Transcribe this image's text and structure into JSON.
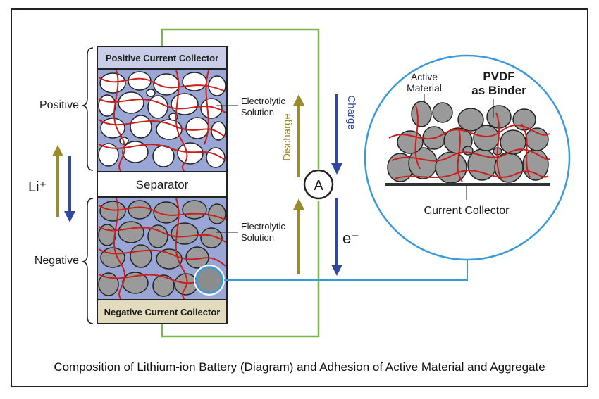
{
  "labels": {
    "positive": "Positive",
    "negative": "Negative",
    "li_ion": "Li⁺",
    "positive_collector": "Positive Current Collector",
    "negative_collector": "Negative Current Collector",
    "separator": "Separator",
    "electrolytic_top_1": "Electrolytic",
    "electrolytic_top_2": "Solution",
    "electrolytic_bottom_1": "Electrolytic",
    "electrolytic_bottom_2": "Solution",
    "discharge": "Discharge",
    "charge": "Charge",
    "ammeter": "A",
    "electron": "e⁻",
    "active_material_1": "Active",
    "active_material_2": "Material",
    "pvdf_1": "PVDF",
    "pvdf_2": "as Binder",
    "current_collector": "Current Collector"
  },
  "caption": "Composition of Lithium-ion Battery (Diagram) and Adhesion of Active Material and Aggregate",
  "colors": {
    "positive_collector": "#c9cde8",
    "negative_collector": "#e2dbbd",
    "electrolyte": "#9aa7d6",
    "binder": "#c8201c",
    "particle_gray": "#9a9a9a",
    "wire": "#7ab648",
    "link": "#3a9ad9",
    "discharge_arrow": "#9c8a2e",
    "charge_arrow": "#2f48a0"
  }
}
